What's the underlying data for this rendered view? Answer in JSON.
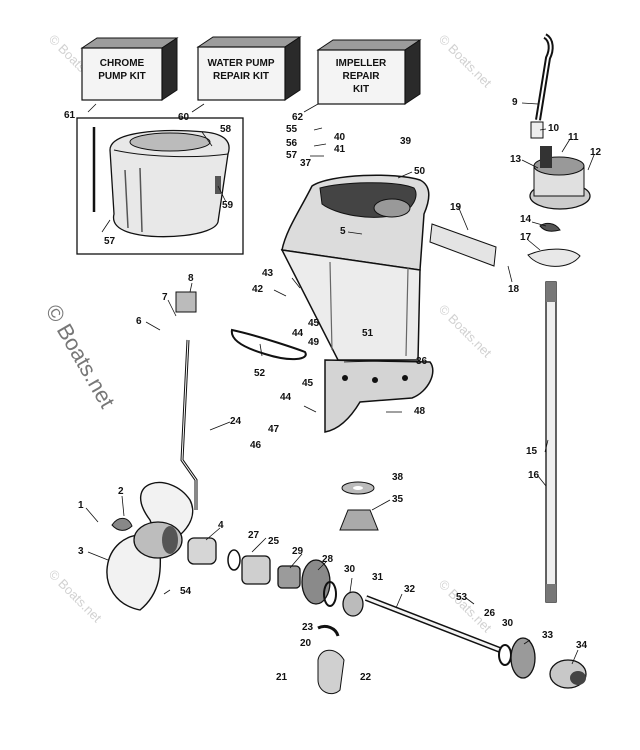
{
  "kits": [
    {
      "id": "61",
      "lines": [
        "CHROME",
        "PUMP KIT"
      ]
    },
    {
      "id": "60",
      "lines": [
        "WATER PUMP",
        "REPAIR KIT"
      ]
    },
    {
      "id": "62",
      "lines": [
        "IMPELLER",
        "REPAIR",
        "KIT"
      ]
    }
  ],
  "callouts": [
    "1",
    "2",
    "3",
    "4",
    "5",
    "6",
    "7",
    "8",
    "9",
    "10",
    "11",
    "12",
    "13",
    "14",
    "15",
    "16",
    "17",
    "18",
    "19",
    "20",
    "21",
    "22",
    "23",
    "24",
    "25",
    "26",
    "27",
    "28",
    "29",
    "30",
    "30",
    "31",
    "32",
    "33",
    "34",
    "35",
    "36",
    "37",
    "38",
    "39",
    "40",
    "41",
    "42",
    "43",
    "44",
    "44",
    "45",
    "45",
    "46",
    "47",
    "48",
    "49",
    "50",
    "51",
    "52",
    "53",
    "54",
    "55",
    "56",
    "57",
    "57",
    "58",
    "59",
    "60",
    "61",
    "62"
  ],
  "watermark": {
    "small": "© Boats.net",
    "large": "© Boats.net"
  }
}
